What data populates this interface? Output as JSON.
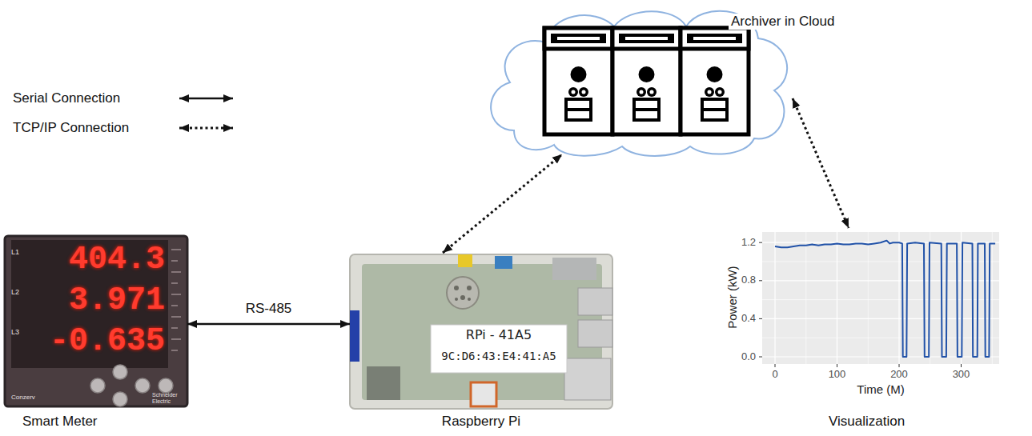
{
  "diagram": {
    "nodes": [
      {
        "text": [
          "Smart Meter"
        ]
      },
      {
        "text": [
          "Raspberry Pi"
        ]
      },
      {
        "text": [
          "Archiver in Cloud"
        ]
      },
      {
        "text": [
          "Visualization"
        ]
      }
    ],
    "edges": [
      {
        "from": 0,
        "to": 1,
        "arrow": "both",
        "label": "RS-485"
      },
      {
        "from": 1,
        "to": 2,
        "arrow": "both"
      },
      {
        "from": 2,
        "to": 3,
        "arrow": "both"
      }
    ],
    "labels": [
      "L1",
      "L2",
      "L3",
      "404.3",
      "3.971",
      "-0.635",
      "Conzerv",
      "Schneider Electric",
      "RPi - 41A5",
      "9C:D6:43:E4:41:A5",
      "1.2",
      "0.8",
      "0.4",
      "0.0",
      "0",
      "100",
      "200",
      "300",
      "Power (kW)",
      "Time (M)"
    ],
    "legend": [
      {
        "text": "Serial Connection"
      },
      {
        "text": "TCP/IP Connection"
      }
    ]
  }
}
